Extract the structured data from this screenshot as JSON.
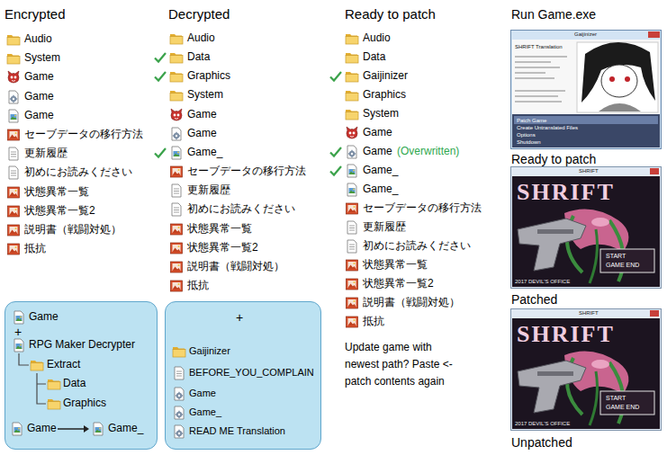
{
  "diagram": {
    "nodes": [
      {
        "text": [
          "Game",
          "+",
          "RPG Maker Decrypter",
          "Extract",
          "Data",
          "Graphics",
          "Game",
          "Game_"
        ]
      },
      {
        "text": [
          "+",
          "Gaijinizer",
          "BEFORE_YOU_COMPLAIN",
          "Game",
          "Game_",
          "READ ME Translation"
        ]
      }
    ],
    "labels": [
      "Encrypted",
      "Audio",
      "System",
      "Game",
      "Game",
      "Game",
      "セーブデータの移行方法",
      "更新履歴",
      "初めにお読みください",
      "状態異常一覧",
      "状態異常一覧2",
      "説明書（戦闘対処）",
      "抵抗",
      "Decrypted",
      "Audio",
      "Data",
      "Graphics",
      "System",
      "Game",
      "Game",
      "Game_",
      "セーブデータの移行方法",
      "更新履歴",
      "初めにお読みください",
      "状態異常一覧",
      "状態異常一覧2",
      "説明書（戦闘対処）",
      "抵抗",
      "Ready to patch",
      "Audio",
      "Data",
      "Gaijinizer",
      "Graphics",
      "System",
      "Game",
      "Game",
      "(Overwritten)",
      "Game_",
      "Game_",
      "セーブデータの移行方法",
      "更新履歴",
      "初めにお読みください",
      "状態異常一覧",
      "状態異常一覧2",
      "説明書（戦闘対処）",
      "抵抗",
      "Update game with newest path? Paste <-patch contents again",
      "Run Game.exe",
      "Gaijinizer",
      "SHRIFT Translation",
      "Patch Game",
      "Create Untranslated Files",
      "Options",
      "Shutdown",
      "Ready to patch",
      "SHRIFT",
      "SHRIFT",
      "START",
      "GAME END",
      "2017 DEVIL'S OFFICE",
      "Patched",
      "SHRIFT",
      "SHRIFT",
      "START",
      "GAME END",
      "2017 DEVIL'S OFFICE",
      "Unpatched"
    ]
  }
}
